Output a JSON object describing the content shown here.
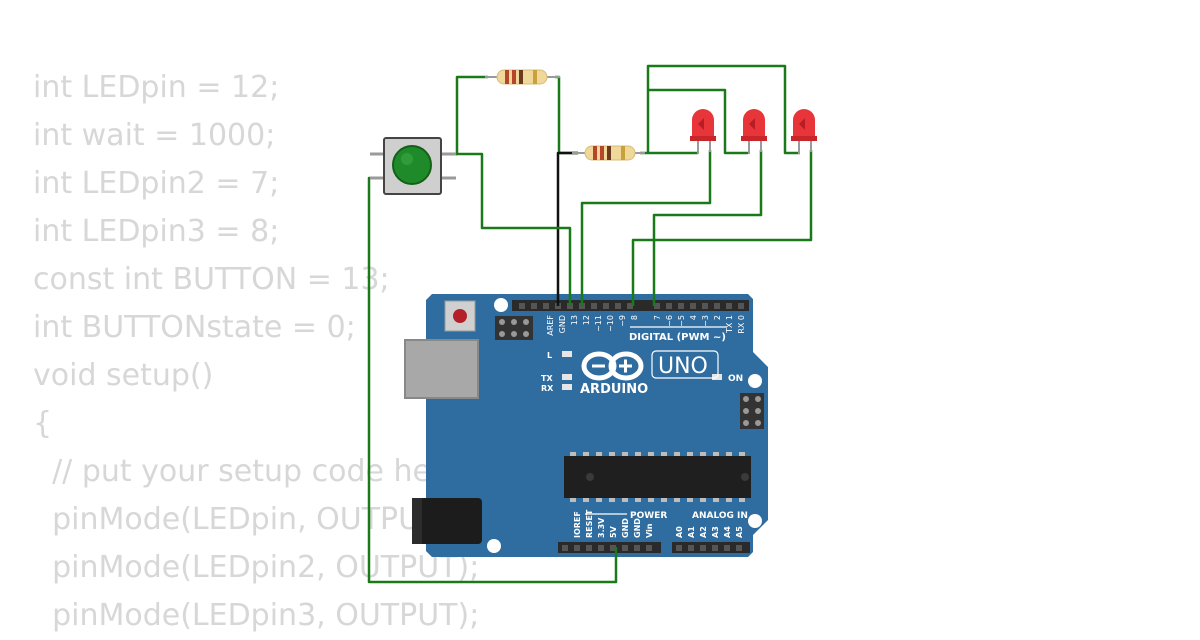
{
  "code": {
    "lines": [
      "int LEDpin = 12;",
      "int wait = 1000;",
      "int LEDpin2 = 7;",
      "int LEDpin3 = 8;",
      "const int BUTTON = 13;",
      "int BUTTONstate = 0;",
      "void setup()",
      "{",
      "  // put your setup code here",
      "  pinMode(LEDpin, OUTPUT);",
      "  pinMode(LEDpin2, OUTPUT);",
      "  pinMode(LEDpin3, OUTPUT);"
    ]
  },
  "board": {
    "logo_text": "ARDUINO",
    "model": "UNO",
    "digital_label": "DIGITAL (PWM ~)",
    "power_label": "POWER",
    "analog_label": "ANALOG IN",
    "on_label": "ON",
    "l_label": "L",
    "tx_label": "TX",
    "rx_label": "RX",
    "digital_pins": [
      "AREF",
      "GND",
      "13",
      "12",
      "~11",
      "~10",
      "~9",
      "8",
      "7",
      "~6",
      "~5",
      "4",
      "~3",
      "2",
      "TX 1",
      "RX 0"
    ],
    "power_pins": [
      "IOREF",
      "RESET",
      "3.3V",
      "5V",
      "GND",
      "GND",
      "Vin"
    ],
    "analog_pins": [
      "A0",
      "A1",
      "A2",
      "A3",
      "A4",
      "A5"
    ]
  },
  "colors": {
    "board": "#2f6c9f",
    "wire_green": "#1a7a1a",
    "wire_black": "#111111",
    "led_red": "#e8353a",
    "button_cap": "#1f8a2a",
    "code_text": "#d7d7d7"
  },
  "components": {
    "leds": [
      "red-led",
      "red-led",
      "red-led"
    ],
    "resistors": [
      "resistor",
      "resistor"
    ],
    "button": "push-button"
  }
}
